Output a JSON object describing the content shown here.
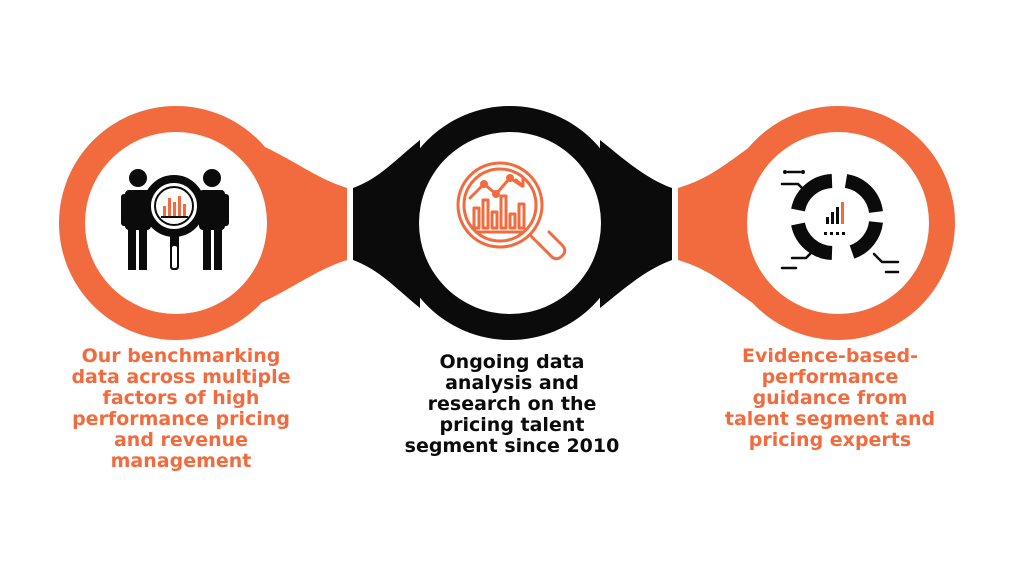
{
  "colors": {
    "orange": "#f26b3e",
    "black": "#0b0b0b",
    "white": "#ffffff"
  },
  "steps": [
    {
      "icon": "people-magnifier-chart-icon",
      "lines": [
        "Our benchmarking",
        "data across multiple",
        "factors of high",
        "performance pricing",
        "and revenue",
        "management"
      ],
      "text_color": "#f26b3e"
    },
    {
      "icon": "magnifier-trend-chart-icon",
      "lines": [
        "Ongoing data",
        "analysis and",
        "research on the",
        "pricing talent",
        "segment since 2010"
      ],
      "text_color": "#0b0b0b"
    },
    {
      "icon": "donut-chart-dashboard-icon",
      "lines": [
        "Evidence-based-",
        "performance",
        "guidance from",
        "talent segment and",
        "pricing experts"
      ],
      "text_color": "#f26b3e"
    }
  ]
}
